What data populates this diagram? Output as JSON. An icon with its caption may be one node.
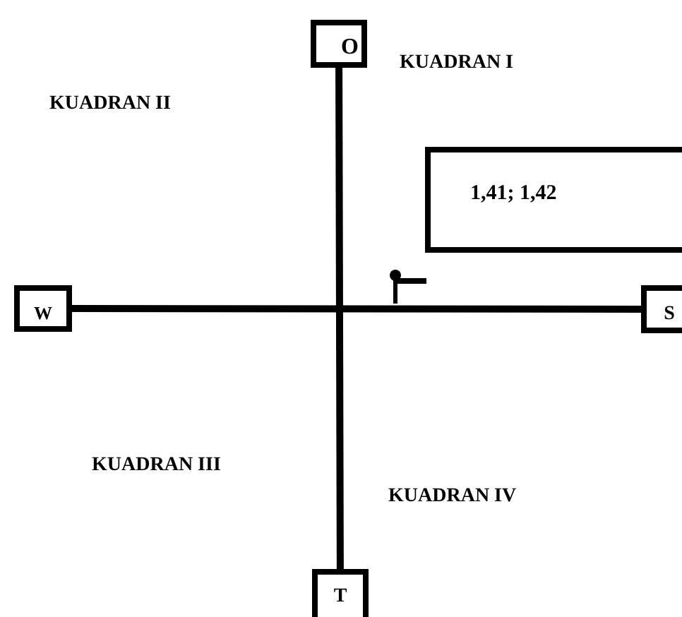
{
  "diagram": {
    "nodes": [
      {
        "text": [
          "O"
        ]
      },
      {
        "text": [
          "W"
        ]
      },
      {
        "text": [
          "S"
        ]
      },
      {
        "text": [
          "T"
        ]
      },
      {
        "text": [
          "1,41; 1,42"
        ]
      }
    ],
    "edges": [
      {
        "from": 0,
        "to": 3,
        "arrow": "none"
      },
      {
        "from": 1,
        "to": 2,
        "arrow": "none"
      }
    ],
    "labels": [
      "KUADRAN I",
      "KUADRAN II",
      "KUADRAN III",
      "KUADRAN IV"
    ]
  }
}
